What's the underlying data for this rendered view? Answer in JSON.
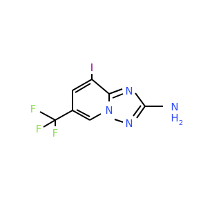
{
  "molecule": {
    "atoms": {
      "iodine": {
        "label": "I",
        "color": "#940094"
      },
      "n_ring_top": {
        "label": "N",
        "color": "#3050F8"
      },
      "n_ring_bridge": {
        "label": "N",
        "color": "#3050F8"
      },
      "n_ring_bottom": {
        "label": "N",
        "color": "#3050F8"
      },
      "amine_n": {
        "label": "N",
        "color": "#3050F8"
      },
      "amine_h": {
        "label": "H",
        "color": "#3050F8"
      },
      "amine_h2": {
        "label": "2",
        "color": "#3050F8"
      },
      "f1": {
        "label": "F",
        "color": "#90E050"
      },
      "f2": {
        "label": "F",
        "color": "#90E050"
      },
      "f3": {
        "label": "F",
        "color": "#90E050"
      }
    },
    "bond_color": "#000000"
  }
}
